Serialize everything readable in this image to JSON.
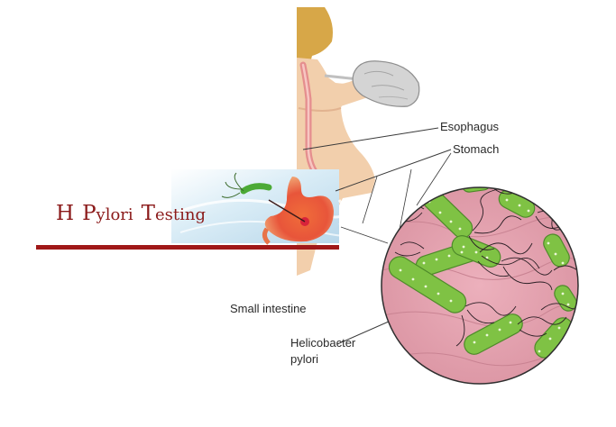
{
  "title": {
    "word1_initial": "H",
    "word2_initial": "P",
    "word2_rest": "ylori",
    "word3_initial": "T",
    "word3_rest": "esting"
  },
  "labels": {
    "esophagus": "Esophagus",
    "stomach": "Stomach",
    "small_intestine": "Small intestine",
    "helicobacter_line1": "Helicobacter",
    "helicobacter_line2": "pylori"
  },
  "colors": {
    "title_text": "#8b1a1a",
    "title_rule": "#a01818",
    "skin": "#f2d0ae",
    "hair": "#d8a94c",
    "stomach_lining": "#e4a3b0",
    "bacteria": "#7fc244",
    "banner_bg": "#cfe6f2"
  }
}
